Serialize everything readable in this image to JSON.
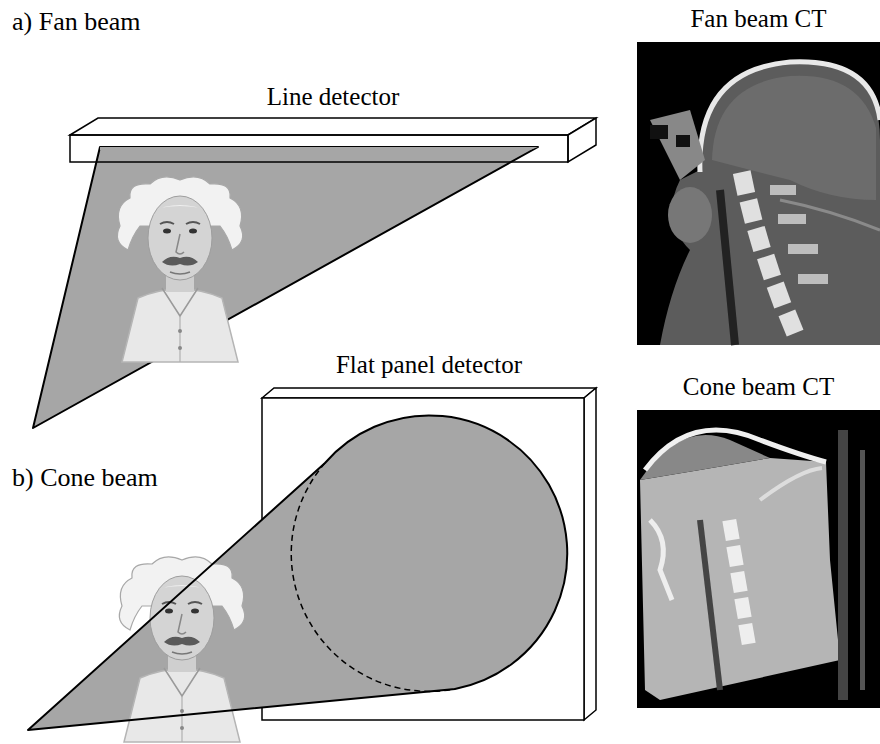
{
  "diagram": {
    "nodes": [
      {
        "text": [
          "Line detector"
        ]
      },
      {
        "text": [
          "Fan beam CT"
        ]
      },
      {
        "text": [
          "Flat panel detector"
        ]
      },
      {
        "text": [
          "Cone beam CT"
        ]
      }
    ],
    "labels": [
      "a) Fan beam",
      "b) Cone beam"
    ]
  }
}
